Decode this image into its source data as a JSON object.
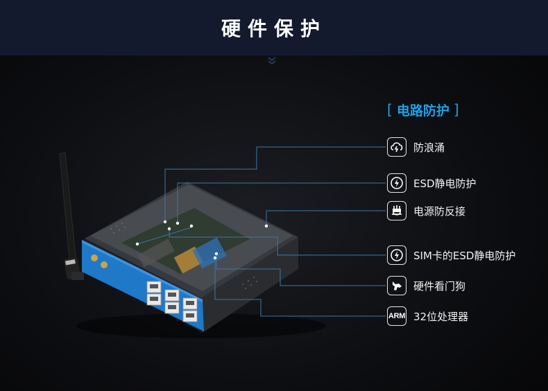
{
  "header": {
    "title": "硬件保护"
  },
  "section": {
    "bracket_open": "[",
    "title": "电路防护",
    "bracket_close": "]"
  },
  "features": [
    {
      "label": "防浪涌",
      "icon": "surge-cloud-icon"
    },
    {
      "label": "ESD静电防护",
      "icon": "lightning-icon"
    },
    {
      "label": "电源防反接",
      "icon": "power-plug-icon"
    },
    {
      "label": "SIM卡的ESD静电防护",
      "icon": "lightning-icon"
    },
    {
      "label": "硬件看门狗",
      "icon": "watchdog-icon"
    },
    {
      "label": "32位处理器",
      "icon": "arm-chip-icon",
      "icon_text": "ARM"
    }
  ],
  "colors": {
    "header_bg": "#131a2e",
    "accent_blue": "#1e9fe6",
    "device_blue": "#1f78c8",
    "leader_line": "#3a78a8"
  }
}
